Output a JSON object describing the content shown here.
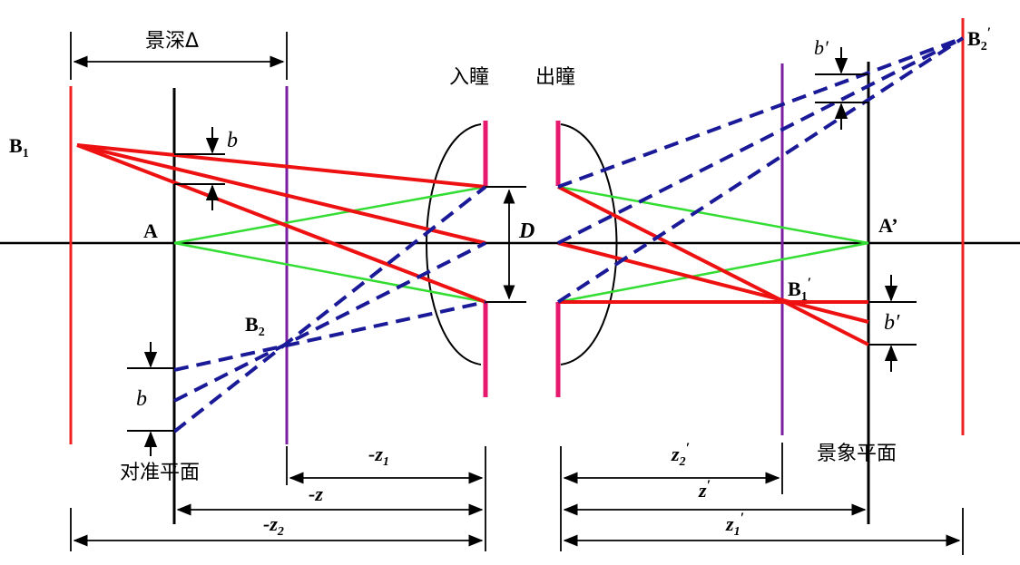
{
  "labels": {
    "depth_of_field": "景深Δ",
    "entrance_pupil": "入瞳",
    "exit_pupil": "出瞳",
    "focus_plane": "对准平面",
    "image_plane": "景象平面",
    "B1": "B",
    "B1_sub": "1",
    "B2": "B",
    "B2_sub": "2",
    "A": "A",
    "A_prime": "A’",
    "B1_prime": "B",
    "B1_prime_sub": "1",
    "B1_prime_mark": "′",
    "B2_prime": "B",
    "B2_prime_sub": "2",
    "B2_prime_mark": "′",
    "D": "D",
    "b_top": "b",
    "b_bottom": "b",
    "b_prime_top": "b′",
    "b_prime_bottom": "b′"
  },
  "dimensions": {
    "neg_z1": "-z",
    "neg_z1_sub": "1",
    "neg_z": "-z",
    "neg_z2": "-z",
    "neg_z2_sub": "2",
    "z2_prime": "z",
    "z2_prime_sub": "2",
    "z2_prime_mark": "′",
    "z_prime": "z",
    "z_prime_mark": "′",
    "z1_prime": "z",
    "z1_prime_sub": "1",
    "z1_prime_mark": "′"
  },
  "colors": {
    "axis": "#000000",
    "far_plane": "#ee2222",
    "near_plane": "#7a1fa2",
    "pupil": "#e6196e",
    "ray_solid": "#ee1111",
    "ray_chief": "#33dd33",
    "ray_dashed": "#1a1a99"
  }
}
